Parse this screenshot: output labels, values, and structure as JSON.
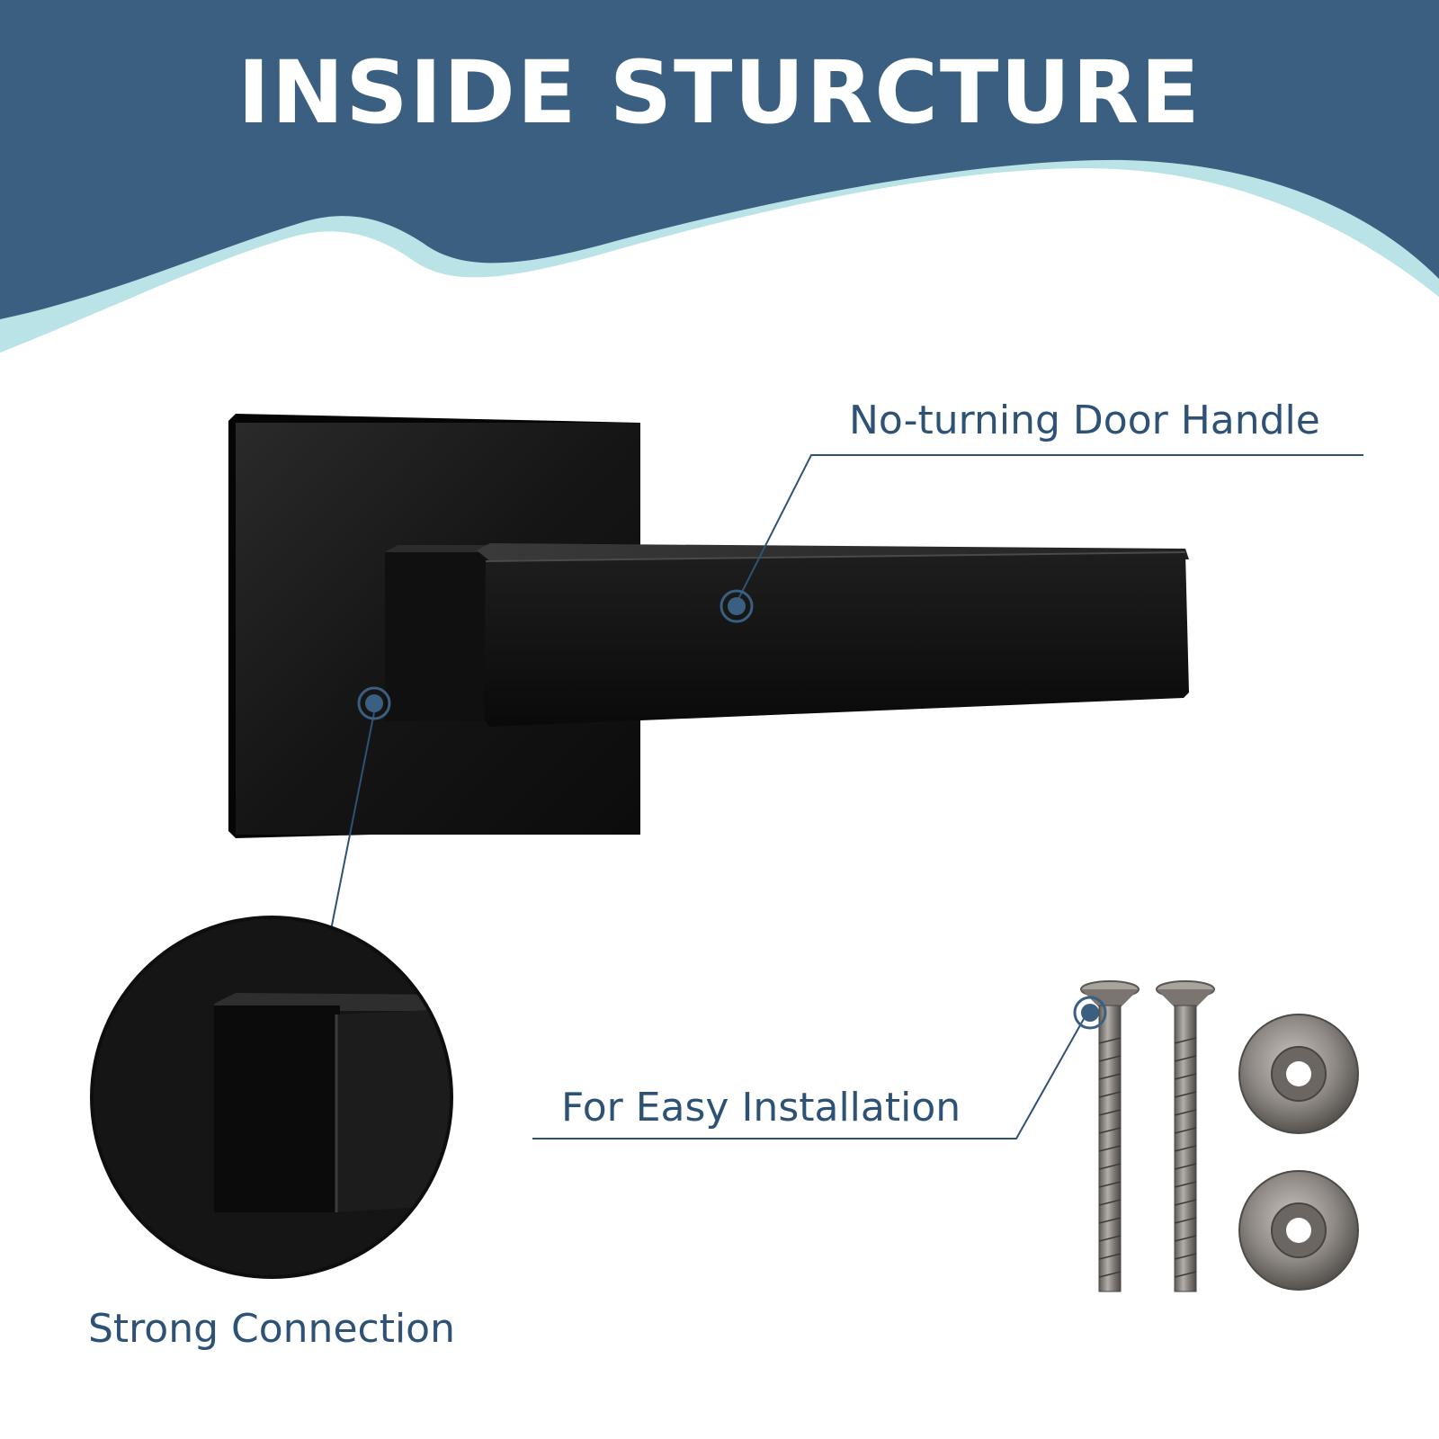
{
  "title": "INSIDE STURCTURE",
  "callouts": {
    "handle": "No-turning Door Handle",
    "installation": "For Easy Installation",
    "connection": "Strong Connection"
  },
  "colors": {
    "banner": "#3a5f80",
    "banner_accent": "#b9e3e6",
    "label_text": "#2e5275",
    "product_black": "#141414",
    "hardware_metal": "#8a8580"
  },
  "icons": [
    "callout-dot-icon"
  ]
}
